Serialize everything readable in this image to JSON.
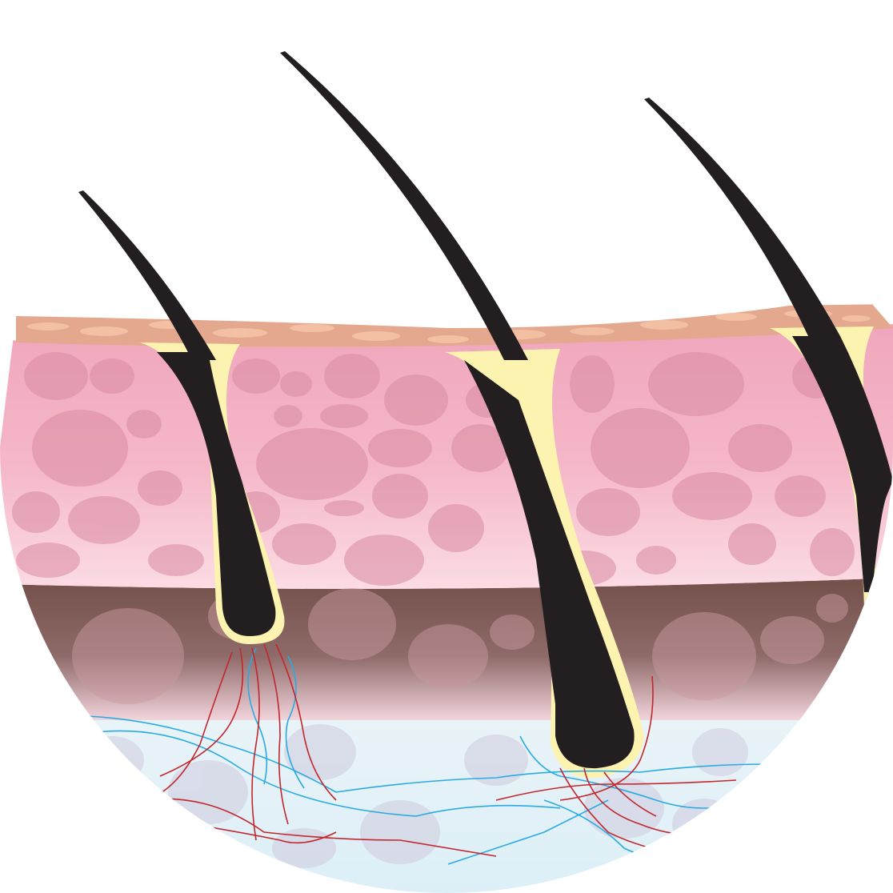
{
  "diagram": {
    "subject": "skin-cross-section-with-hair-follicles",
    "layers": [
      {
        "name": "epidermis-surface",
        "color": "#E4A88E"
      },
      {
        "name": "dermis",
        "color": "#F2A9BE"
      },
      {
        "name": "deep-dermis",
        "color": "#7A5550"
      },
      {
        "name": "hypodermis",
        "color": "#E3F1F7"
      }
    ],
    "colors": {
      "background": "#FFFFFF",
      "hair": "#231F20",
      "follicle-sheath": "#FCF3B0",
      "cells": "#D98BA3",
      "artery": "#C1272D",
      "vein": "#29ABE2"
    },
    "hair_count": 3
  }
}
